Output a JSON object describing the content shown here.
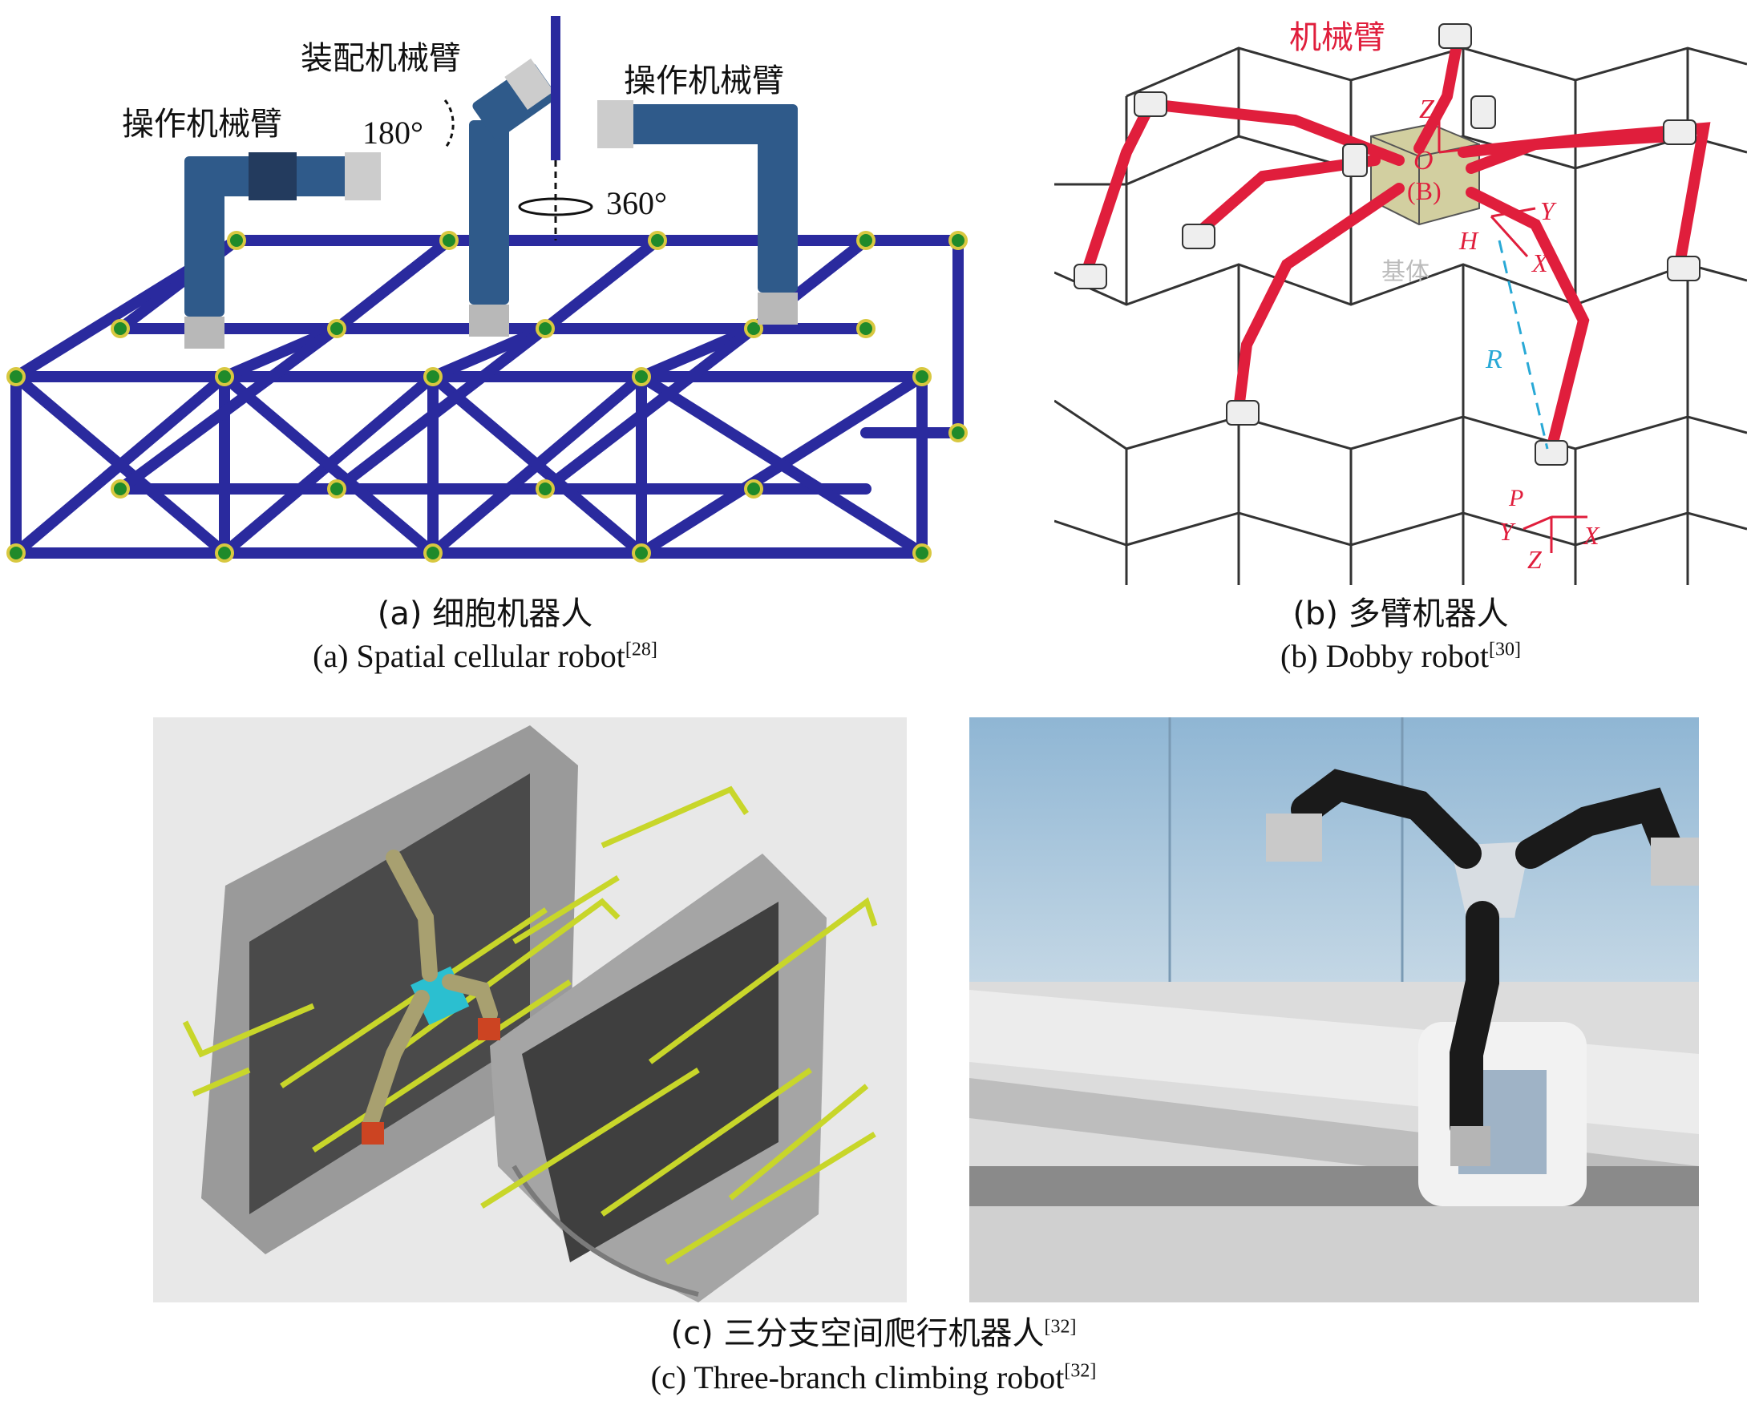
{
  "panel_a": {
    "labels": {
      "assembly_arm": "装配机械臂",
      "operation_arm_left": "操作机械臂",
      "operation_arm_right": "操作机械臂",
      "rot_180": "180°",
      "rot_360": "360°"
    },
    "caption_zh": "(a) 细胞机器人",
    "caption_en": "(a) Spatial cellular robot",
    "caption_ref": "[28]"
  },
  "panel_b": {
    "labels": {
      "arm": "机械臂",
      "base": "基体",
      "axis_z_top": "Z",
      "origin": "O",
      "frame_b": "(B)",
      "axis_h": "H",
      "axis_y": "Y",
      "axis_x": "X",
      "radius": "R",
      "axis_p": "P",
      "axis_y2": "Y",
      "axis_z2": "Z",
      "axis_x2": "X"
    },
    "caption_zh": "(b) 多臂机器人",
    "caption_en": "(b) Dobby robot",
    "caption_ref": "[30]"
  },
  "panel_c": {
    "caption_zh": "(c) 三分支空间爬行机器人",
    "caption_zh_ref": "[32]",
    "caption_en": "(c) Three-branch climbing robot",
    "caption_en_ref": "[32]"
  },
  "colors": {
    "truss": "#2a2a9e",
    "node": "#1f8a2a",
    "joint": "#d8c840",
    "red_arm": "#e01e3c",
    "grid_line": "#333333",
    "cube": "#d2cfa0",
    "cyan_axis": "#29a9d6",
    "yellow_rail": "#c8d62a",
    "hull": "#9a9a9a",
    "sky": "#a9c4d9",
    "robot_black": "#1a1a1a"
  }
}
